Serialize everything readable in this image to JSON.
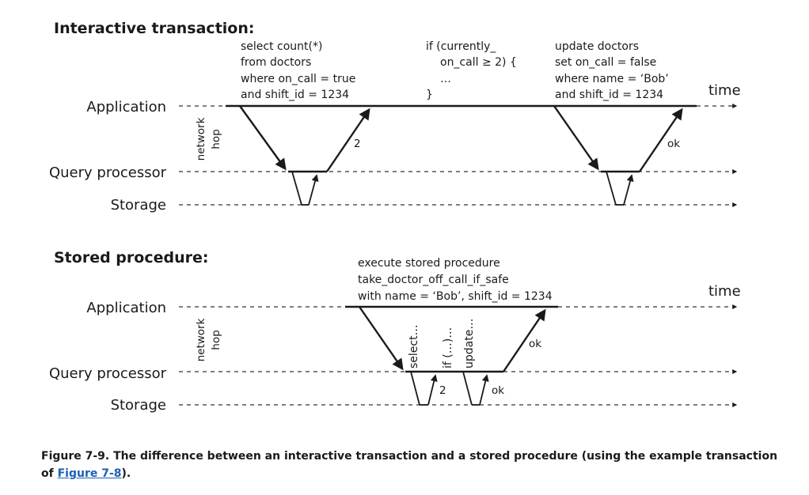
{
  "interactive": {
    "heading": "Interactive transaction:",
    "lanes": {
      "application": "Application",
      "query": "Query processor",
      "storage": "Storage"
    },
    "time": "time",
    "network_hop": [
      "network",
      "hop"
    ],
    "query1": [
      "select count(*)",
      "from doctors",
      "where on_call = true",
      "and shift_id = 1234"
    ],
    "check": [
      "if (currently_",
      "on_call ≥ 2) {",
      "…",
      "}"
    ],
    "query2": [
      "update doctors",
      "set on_call = false",
      "where name = ‘Bob’",
      "and shift_id = 1234"
    ],
    "result1": "2",
    "result2": "ok"
  },
  "stored": {
    "heading": "Stored procedure:",
    "lanes": {
      "application": "Application",
      "query": "Query processor",
      "storage": "Storage"
    },
    "time": "time",
    "network_hop": [
      "network",
      "hop"
    ],
    "call": [
      "execute stored procedure",
      "take_doctor_off_call_if_safe",
      "with name = ‘Bob’, shift_id = 1234"
    ],
    "steps": [
      "select…",
      "if (…)…",
      "update…"
    ],
    "storage_result1": "2",
    "storage_result2": "ok",
    "result": "ok"
  },
  "caption": {
    "text": "Figure 7-9. The difference between an interactive transaction and a stored procedure (using the example transaction of ",
    "link": "Figure 7-8",
    "suffix": ")."
  }
}
